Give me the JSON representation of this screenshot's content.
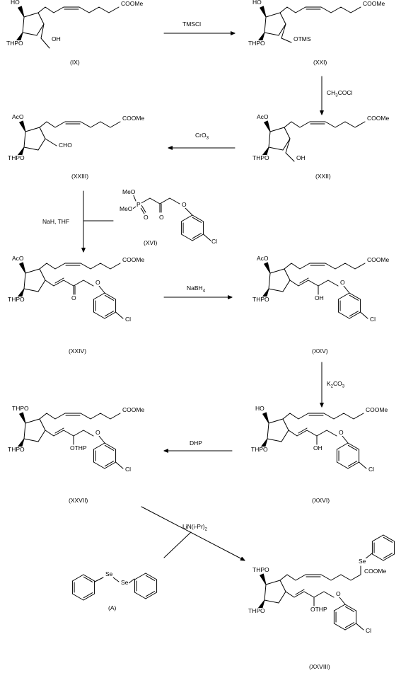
{
  "compounds": {
    "IX": "(IX)",
    "XXI": "(XXI)",
    "XXII": "(XXII)",
    "XXIII": "(XXIII)",
    "XVI": "(XVI)",
    "XXIV": "(XXIV)",
    "XXV": "(XXV)",
    "XXVI": "(XXVI)",
    "XXVII": "(XXVII)",
    "XXVIII": "(XXVIII)",
    "A": "(A)"
  },
  "reagents": {
    "r1": "TMSCl",
    "r2": "CH3COCl",
    "r3": "CrO3",
    "r4": "NaH, THF",
    "r5": "NaBH4",
    "r6": "K2CO3",
    "r7": "DHP",
    "r8": "LiN(i-Pr)2"
  },
  "atoms": {
    "HO": "HO",
    "THPO": "THPO",
    "AcO": "AcO",
    "OH": "OH",
    "OTMS": "OTMS",
    "COOMe": "COOMe",
    "CHO": "CHO",
    "O": "O",
    "Cl": "Cl",
    "OTHP": "OTHP",
    "MeO": "MeO",
    "P": "P",
    "Se": "Se"
  }
}
